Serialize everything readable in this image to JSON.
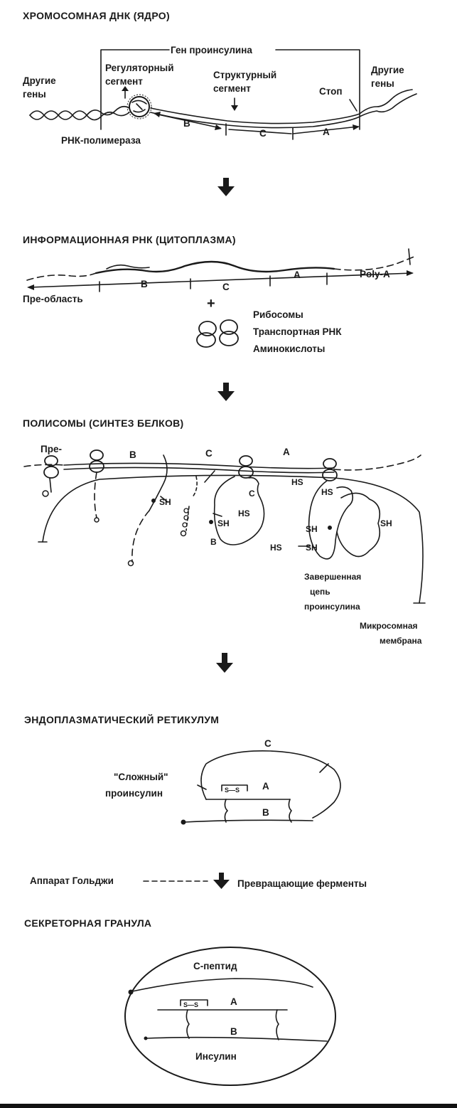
{
  "sections": {
    "s1": {
      "title": "ХРОМОСОМНАЯ ДНК (ЯДРО)",
      "gene_label": "Ген проинсулина",
      "other_genes_left": [
        "Другие",
        "гены"
      ],
      "regulatory": [
        "Регуляторный",
        "сегмент"
      ],
      "structural": [
        "Структурный",
        "сегмент"
      ],
      "stop": "Стоп",
      "other_genes_right": [
        "Другие",
        "гены"
      ],
      "polymerase": "РНК-полимераза",
      "seg_b": "B",
      "seg_c": "C",
      "seg_a": "A"
    },
    "s2": {
      "title": "ИНФОРМАЦИОННАЯ РНК (ЦИТОПЛАЗМА)",
      "pre_region": "Пре-область",
      "seg_b": "B",
      "seg_c": "C",
      "seg_a": "A",
      "poly_a": "Poly-A",
      "plus": "+",
      "ribosomes": "Рибосомы",
      "trna": "Транспортная РНК",
      "amino": "Аминокислоты"
    },
    "s3": {
      "title": "ПОЛИСОМЫ (СИНТЕЗ БЕЛКОВ)",
      "pre": "Пре-",
      "seg_b": "B",
      "seg_c": "C",
      "seg_a": "A",
      "sh": "SH",
      "hs": "HS",
      "b_small": "B",
      "c_small": "C",
      "completed": [
        "Завершенная",
        "цепь",
        "проинсулина"
      ],
      "membrane": [
        "Микросомная",
        "мембрана"
      ]
    },
    "s4": {
      "title": "ЭНДОПЛАЗМАТИЧЕСКИЙ РЕТИКУЛУМ",
      "complex": [
        "\"Сложный\"",
        "проинсулин"
      ],
      "seg_c": "C",
      "seg_a": "A",
      "seg_b": "B",
      "ss": "S—S"
    },
    "golgi": {
      "left": "Аппарат Гольджи",
      "right": "Превращающие ферменты"
    },
    "s5": {
      "title": "СЕКРЕТОРНАЯ ГРАНУЛА",
      "c_peptide": "С-пептид",
      "seg_a": "A",
      "seg_b": "B",
      "insulin": "Инсулин",
      "ss": "S—S"
    }
  }
}
